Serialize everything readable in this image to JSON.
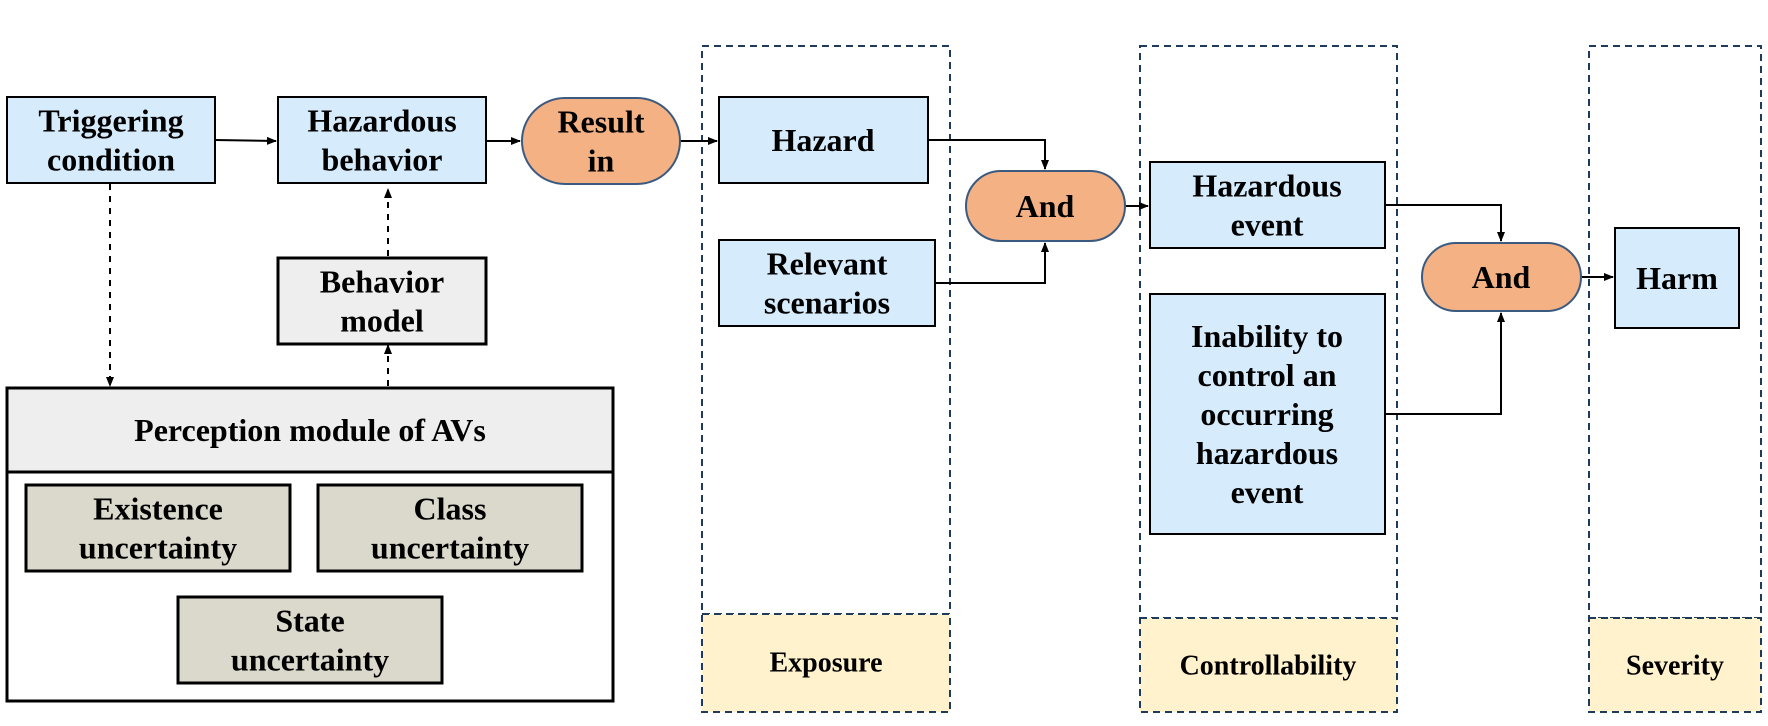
{
  "colors": {
    "event_fill": "#d6ecfc",
    "gate_fill": "#f4b183",
    "gray_fill": "#eeeeee",
    "uncertainty_fill": "#dbd9cb",
    "category_fill": "#fff2cc",
    "border": "#000000",
    "dashed_border": "#1f3b5c",
    "gate_border": "#3b5a80"
  },
  "nodes": {
    "triggering_condition": [
      "Triggering",
      "condition"
    ],
    "hazardous_behavior": [
      "Hazardous",
      "behavior"
    ],
    "result_in": [
      "Result",
      "in"
    ],
    "behavior_model": [
      "Behavior",
      "model"
    ],
    "perception_module": [
      "Perception module of AVs"
    ],
    "existence_uncertainty": [
      "Existence",
      "uncertainty"
    ],
    "class_uncertainty": [
      "Class",
      "uncertainty"
    ],
    "state_uncertainty": [
      "State",
      "uncertainty"
    ],
    "hazard": [
      "Hazard"
    ],
    "relevant_scenarios": [
      "Relevant",
      "scenarios"
    ],
    "and_1": [
      "And"
    ],
    "hazardous_event": [
      "Hazardous",
      "event"
    ],
    "inability_to_control": [
      "Inability to",
      "control an",
      "occurring",
      "hazardous",
      "event"
    ],
    "and_2": [
      "And"
    ],
    "harm": [
      "Harm"
    ]
  },
  "categories": {
    "exposure": "Exposure",
    "controllability": "Controllability",
    "severity": "Severity"
  }
}
